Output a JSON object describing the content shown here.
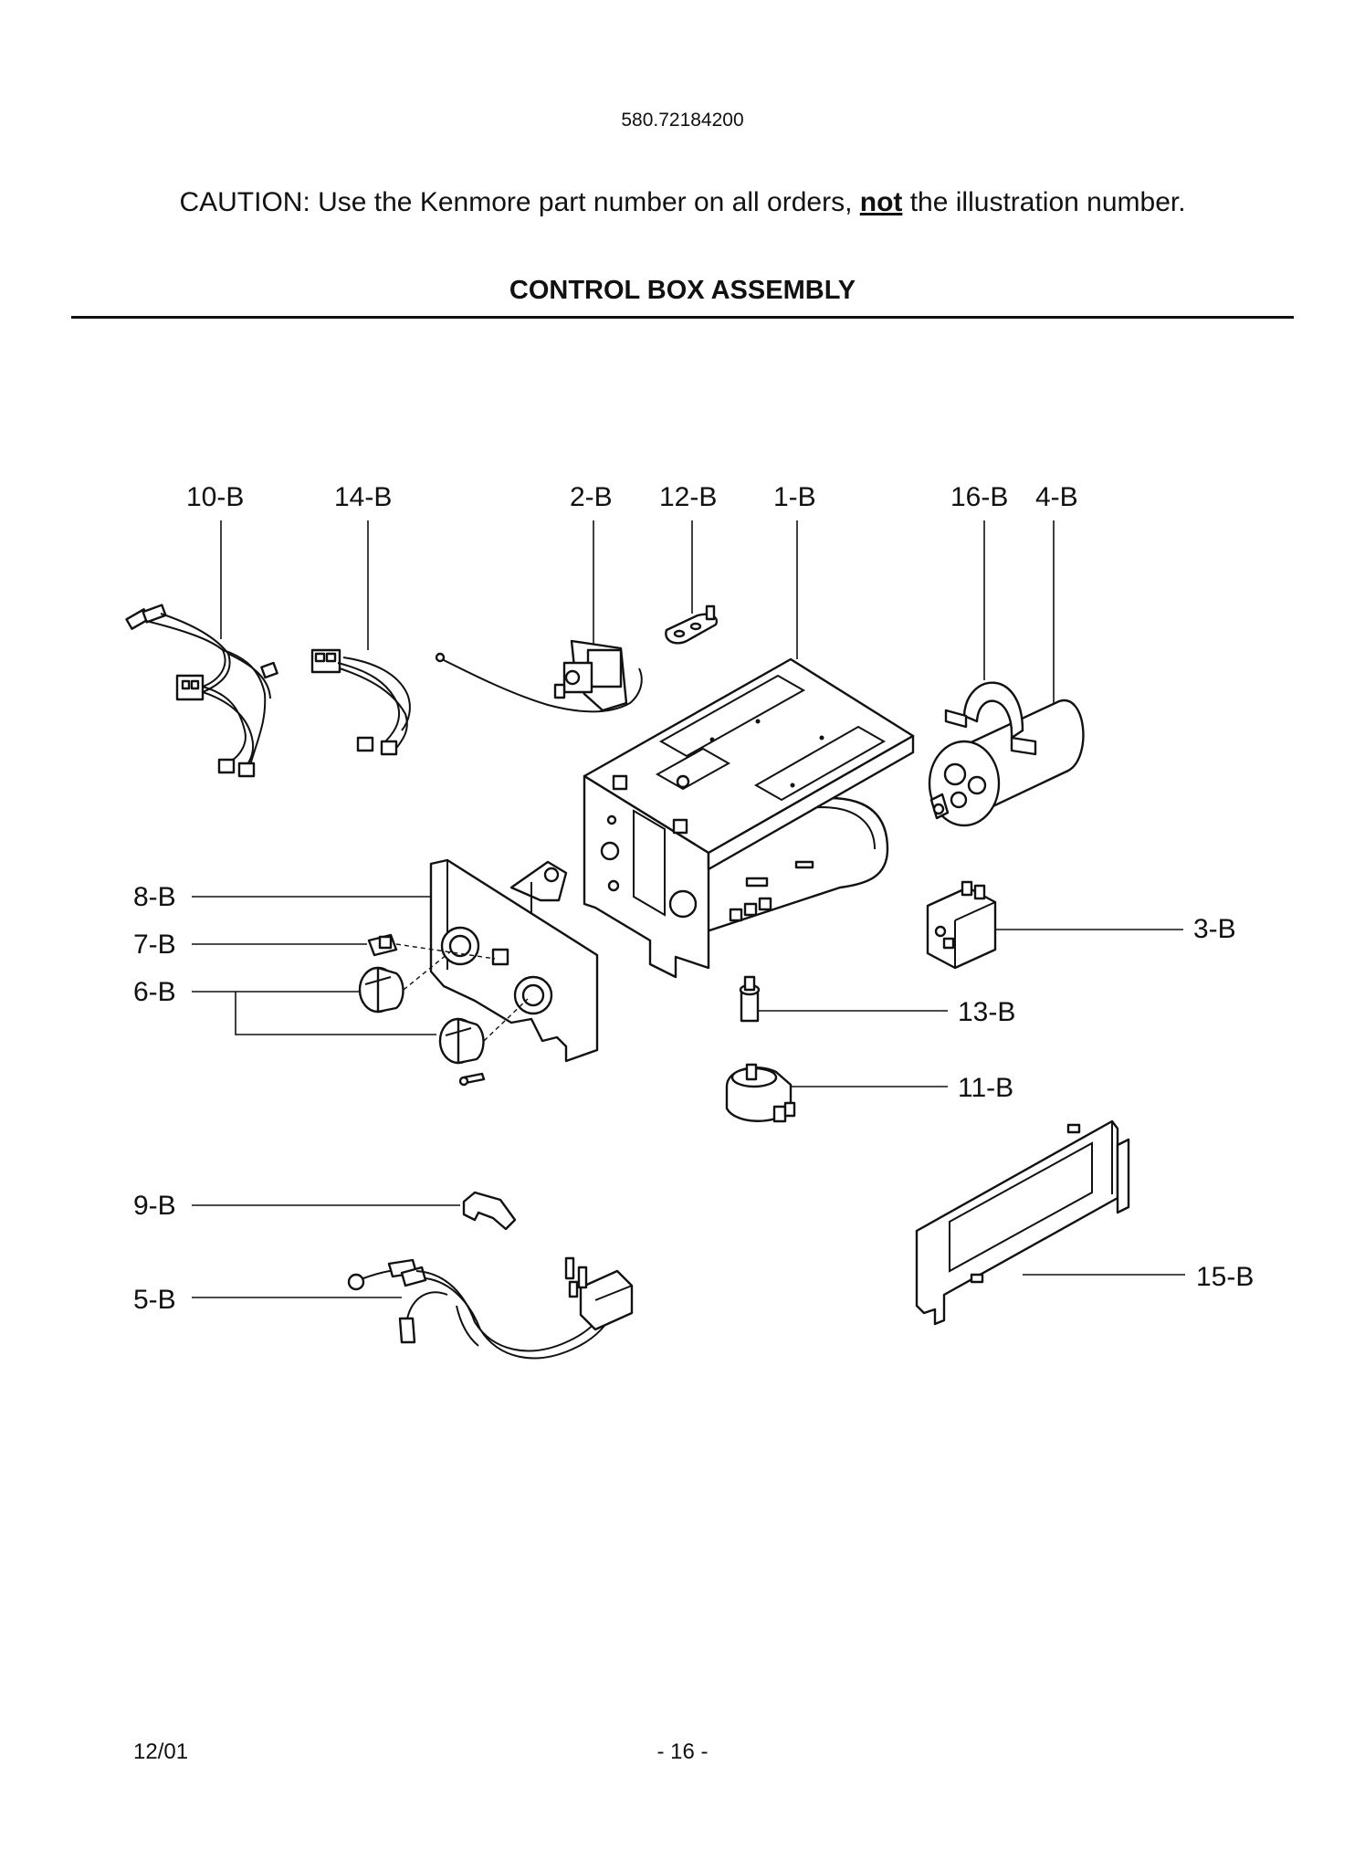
{
  "header": {
    "model_number": "580.72184200",
    "caution_prefix": "CAUTION: Use the Kenmore part number on all orders, ",
    "caution_emphasis": "not",
    "caution_suffix": " the illustration number.",
    "section_title": "CONTROL BOX ASSEMBLY"
  },
  "callouts": {
    "c10": "10-B",
    "c14": "14-B",
    "c2": "2-B",
    "c12": "12-B",
    "c1": "1-B",
    "c16": "16-B",
    "c4": "4-B",
    "c8": "8-B",
    "c7": "7-B",
    "c6": "6-B",
    "c9": "9-B",
    "c5": "5-B",
    "c3": "3-B",
    "c13": "13-B",
    "c11": "11-B",
    "c15": "15-B"
  },
  "footer": {
    "date": "12/01",
    "page": "- 16 -"
  }
}
